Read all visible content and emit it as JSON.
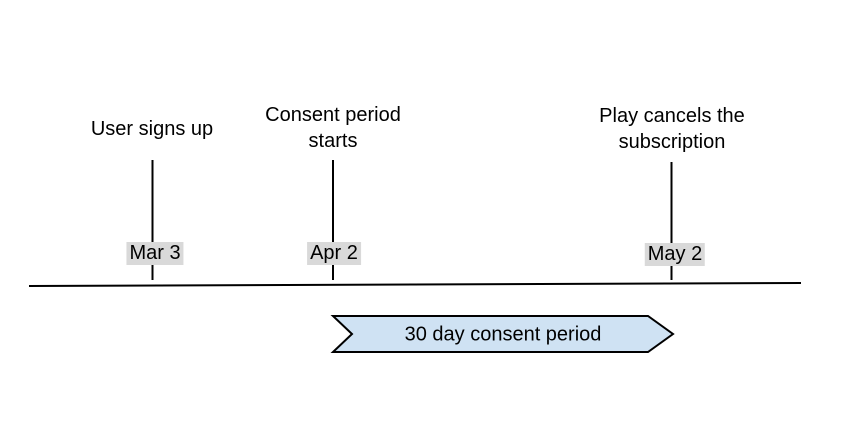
{
  "timeline": {
    "events": [
      {
        "label": "User signs up",
        "date": "Mar 3"
      },
      {
        "label": "Consent period starts",
        "date": "Apr 2"
      },
      {
        "label": "Play cancels the subscription",
        "date": "May 2"
      }
    ],
    "banner": {
      "label": "30 day consent period"
    }
  },
  "colors": {
    "background": "#ffffff",
    "text": "#000000",
    "line": "#000000",
    "date_badge_bg": "#d9d9d9",
    "banner_fill": "#cfe2f3",
    "banner_border": "#000000"
  }
}
